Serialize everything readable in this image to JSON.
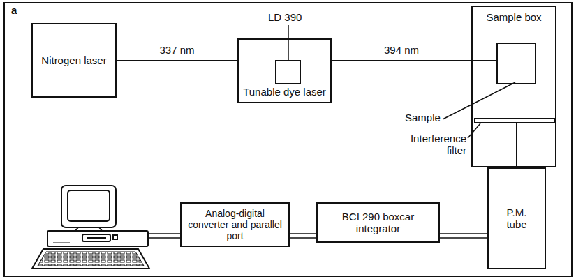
{
  "diagram": {
    "nodes": [
      {
        "text": [
          "Nitrogen laser"
        ]
      },
      {
        "text": [
          "Tunable dye laser"
        ]
      },
      {
        "text": [
          "Sample box"
        ]
      },
      {
        "text": [
          "P.M. tube"
        ]
      },
      {
        "text": [
          "BCI 290 boxcar integrator"
        ]
      },
      {
        "text": [
          "Analog-digital converter and parallel port"
        ]
      }
    ],
    "edges": [
      {
        "from": 0,
        "to": 1,
        "arrow": "none",
        "label": "337 nm"
      },
      {
        "from": 1,
        "to": 2,
        "arrow": "none",
        "label": "394 nm"
      },
      {
        "from": 3,
        "to": 4,
        "arrow": "none"
      },
      {
        "from": 4,
        "to": 5,
        "arrow": "none"
      }
    ],
    "labels": [
      "a",
      "LD 390",
      "Sample",
      "Interference filter"
    ]
  }
}
